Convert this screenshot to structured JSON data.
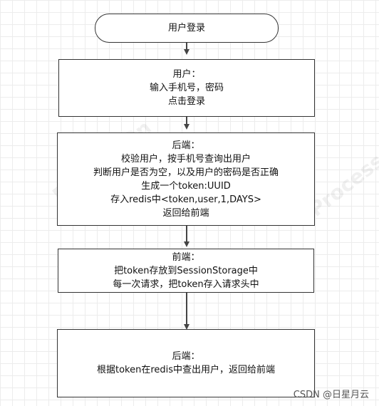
{
  "nodes": {
    "start": {
      "lines": [
        "用户登录"
      ]
    },
    "user": {
      "lines": [
        "用户：",
        "输入手机号，密码",
        "点击登录"
      ]
    },
    "backend1": {
      "lines": [
        "后端：",
        "校验用户，按手机号查询出用户",
        "判断用户是否为空，以及用户的密码是否正确",
        "生成一个token:UUID",
        "存入redis中<token,user,1,DAYS>",
        "返回给前端"
      ]
    },
    "frontend": {
      "lines": [
        "前端：",
        "把token存放到SessionStorage中",
        "每一次请求，把token存入请求头中"
      ]
    },
    "backend2": {
      "lines": [
        "后端：",
        "根据token在redis中查出用户，返回给前端"
      ]
    }
  },
  "watermark": "ProcessOn",
  "credit": "CSDN @日星月云"
}
